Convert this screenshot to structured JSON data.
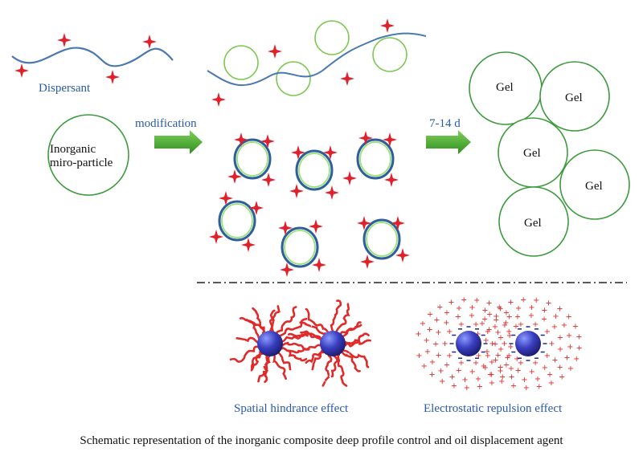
{
  "labels": {
    "dispersant": "Dispersant",
    "modification": "modification",
    "particle_line1": "Inorganic",
    "particle_line2": "miro-particle",
    "time": "7-14 d",
    "gel": "Gel",
    "spatial": "Spatial hindrance effect",
    "electrostatic": "Electrostatic repulsion effect",
    "caption": "Schematic representation of the inorganic composite deep profile control and oil displacement agent"
  },
  "colors": {
    "dispersant_line": "#4a78b0",
    "star": "#e0202a",
    "circle_green": "#3e9a3e",
    "arrow_green": "#4caf33",
    "label_blue": "#2a5aa8",
    "sphere_blue": "#3a3fc0",
    "chain_red": "#e02a2a"
  }
}
